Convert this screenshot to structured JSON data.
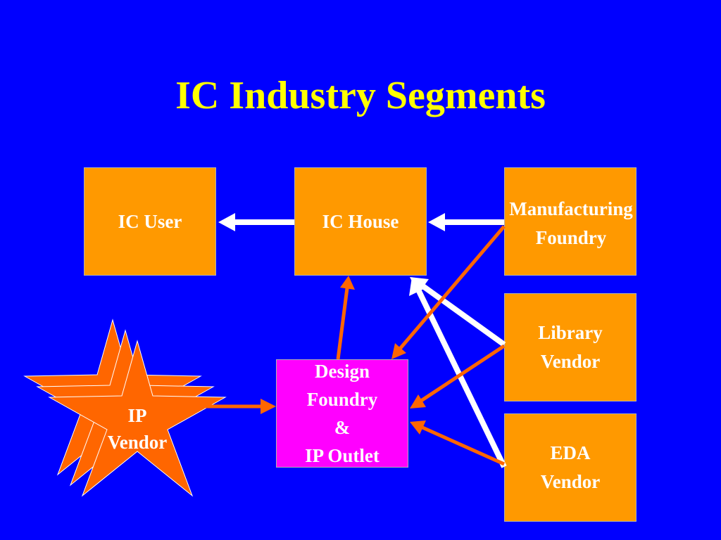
{
  "title": "IC Industry Segments",
  "boxes": {
    "ic_user": "IC User",
    "ic_house": "IC House",
    "manufacturing_foundry": [
      "Manufacturing",
      "Foundry"
    ],
    "library_vendor": [
      "Library",
      "Vendor"
    ],
    "eda_vendor": [
      "EDA",
      "Vendor"
    ],
    "design_foundry": [
      "Design",
      "Foundry",
      "&",
      "IP Outlet"
    ]
  },
  "ip_vendor": [
    "IP",
    "Vendor"
  ],
  "colors": {
    "background": "#0000FF",
    "title": "#FFFF00",
    "box": "#FF9900",
    "design_box": "#FF00FF",
    "star": "#FF6600",
    "white_arrow": "#FFFFFF",
    "orange_arrow": "#FF6600"
  }
}
